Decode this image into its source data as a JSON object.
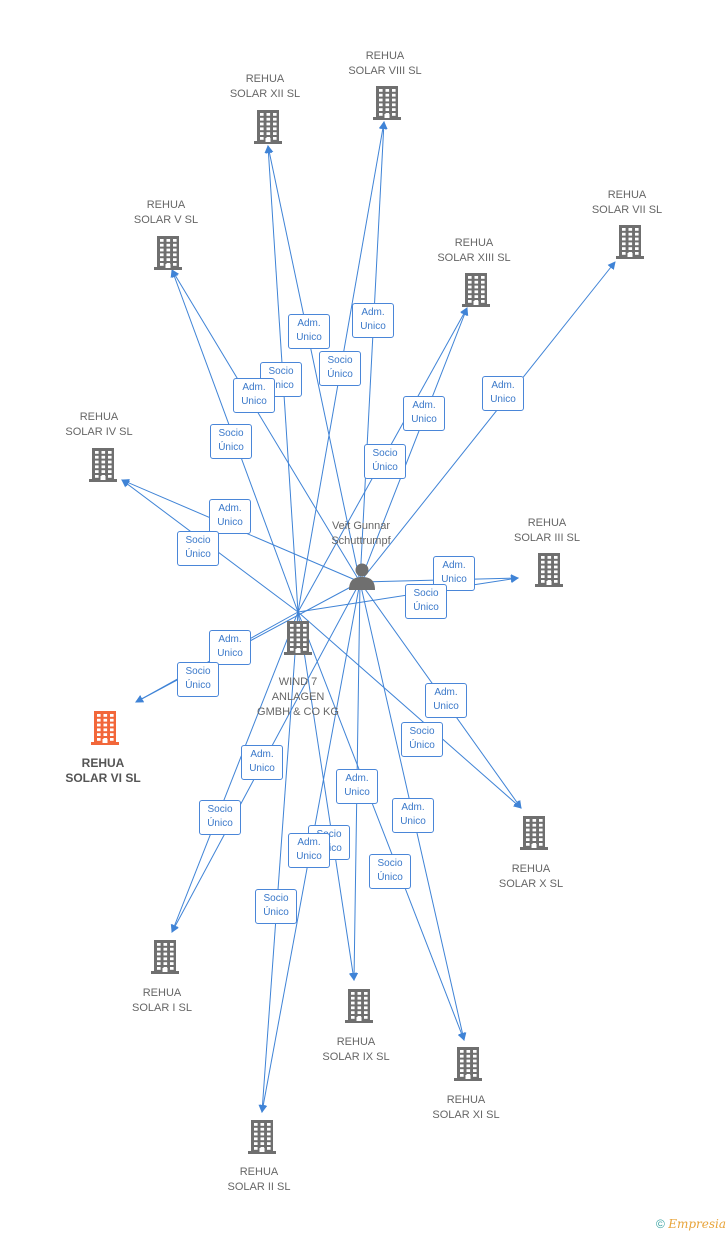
{
  "colors": {
    "edge": "#3f83d6",
    "building": "#6f6f6f",
    "highlight": "#f2673a",
    "person": "#6f6f6f"
  },
  "person": {
    "name": "Veit Gunnar\nSchuttrumpf",
    "icon": "person-icon"
  },
  "hub": {
    "name": "WIND 7\nANLAGEN\nGMBH & CO KG",
    "icon": "building-icon"
  },
  "companies": [
    {
      "id": "viii",
      "name": "REHUA\nSOLAR VIII SL"
    },
    {
      "id": "xii",
      "name": "REHUA\nSOLAR XII SL"
    },
    {
      "id": "v",
      "name": "REHUA\nSOLAR V SL"
    },
    {
      "id": "vii",
      "name": "REHUA\nSOLAR VII SL"
    },
    {
      "id": "xiii",
      "name": "REHUA\nSOLAR XIII SL"
    },
    {
      "id": "iv",
      "name": "REHUA\nSOLAR IV SL"
    },
    {
      "id": "iii",
      "name": "REHUA\nSOLAR III SL"
    },
    {
      "id": "vi",
      "name": "REHUA\nSOLAR VI SL",
      "highlight": true
    },
    {
      "id": "x",
      "name": "REHUA\nSOLAR X SL"
    },
    {
      "id": "i",
      "name": "REHUA\nSOLAR I SL"
    },
    {
      "id": "ix",
      "name": "REHUA\nSOLAR IX SL"
    },
    {
      "id": "xi",
      "name": "REHUA\nSOLAR XI SL"
    },
    {
      "id": "ii",
      "name": "REHUA\nSOLAR II SL"
    }
  ],
  "relations": [
    {
      "label": "Adm.\nUnico",
      "from": "person",
      "to": "xii"
    },
    {
      "label": "Socio\nÚnico",
      "from": "hub",
      "to": "xii"
    },
    {
      "label": "Adm.\nUnico",
      "from": "person",
      "to": "viii"
    },
    {
      "label": "Socio\nÚnico",
      "from": "hub",
      "to": "viii"
    },
    {
      "label": "Adm.\nUnico",
      "from": "person",
      "to": "v"
    },
    {
      "label": "Socio\nÚnico",
      "from": "hub",
      "to": "v"
    },
    {
      "label": "Adm.\nUnico",
      "from": "person",
      "to": "xiii"
    },
    {
      "label": "Socio\nÚnico",
      "from": "hub",
      "to": "xiii"
    },
    {
      "label": "Adm.\nUnico",
      "from": "person",
      "to": "vii"
    },
    {
      "label": "Adm.\nUnico",
      "from": "person",
      "to": "iv"
    },
    {
      "label": "Socio\nÚnico",
      "from": "hub",
      "to": "iv"
    },
    {
      "label": "Adm.\nUnico",
      "from": "person",
      "to": "iii"
    },
    {
      "label": "Socio\nÚnico",
      "from": "hub",
      "to": "iii"
    },
    {
      "label": "Adm.\nUnico",
      "from": "person",
      "to": "vi"
    },
    {
      "label": "Socio\nÚnico",
      "from": "hub",
      "to": "vi"
    },
    {
      "label": "Adm.\nUnico",
      "from": "person",
      "to": "x"
    },
    {
      "label": "Socio\nÚnico",
      "from": "hub",
      "to": "x"
    },
    {
      "label": "Adm.\nUnico",
      "from": "person",
      "to": "i"
    },
    {
      "label": "Socio\nÚnico",
      "from": "hub",
      "to": "i"
    },
    {
      "label": "Adm.\nUnico",
      "from": "person",
      "to": "ix"
    },
    {
      "label": "Socio\nÚnico",
      "from": "hub",
      "to": "ix"
    },
    {
      "label": "Adm.\nUnico",
      "from": "person",
      "to": "xi"
    },
    {
      "label": "Socio\nÚnico",
      "from": "hub",
      "to": "xi"
    },
    {
      "label": "Adm.\nUnico",
      "from": "person",
      "to": "ii"
    },
    {
      "label": "Socio\nÚnico",
      "from": "hub",
      "to": "ii"
    }
  ],
  "footer": {
    "copyright": "©",
    "brand": "Empresia"
  }
}
